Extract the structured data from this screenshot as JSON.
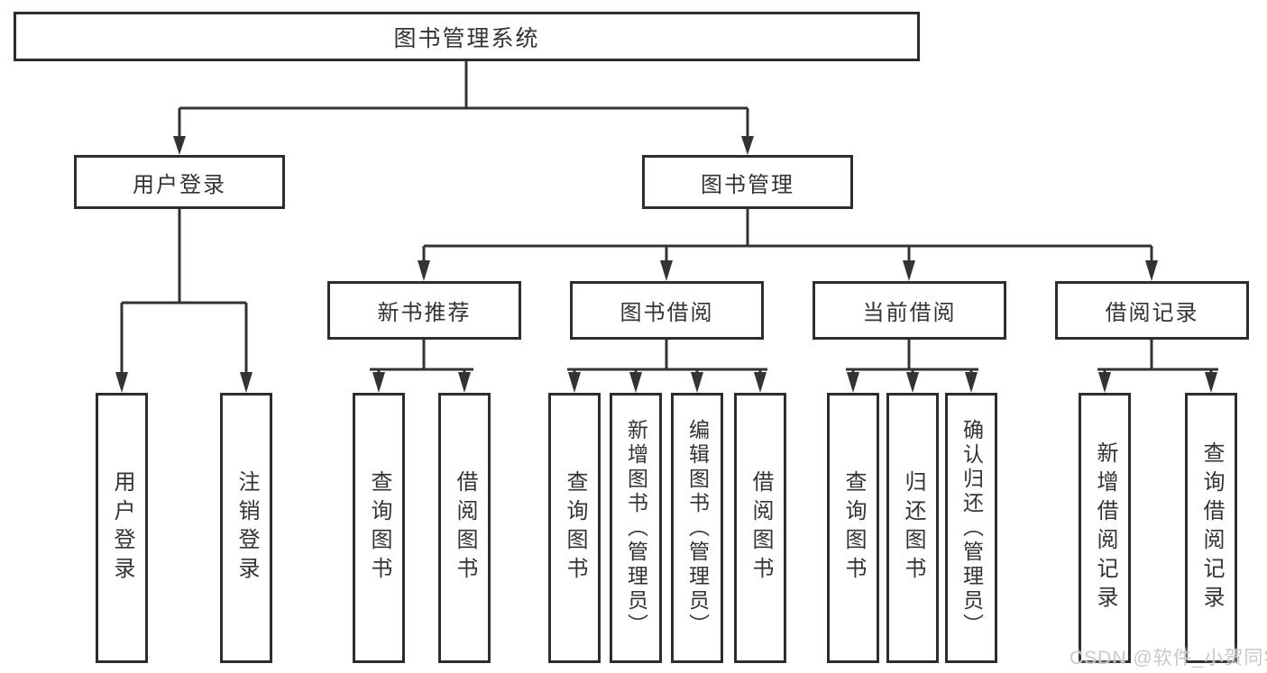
{
  "colors": {
    "line": "#333333",
    "border": "#2d2d2d",
    "text": "#333333",
    "watermark": "#c9c9c9",
    "bg": "#ffffff"
  },
  "watermark": "CSDN @软件_小贺同学",
  "tree": {
    "root": {
      "label": "图书管理系统"
    },
    "level2": [
      {
        "id": "user-login",
        "label": "用户登录",
        "children": [
          "用户登录",
          "注销登录"
        ]
      },
      {
        "id": "book-management",
        "label": "图书管理"
      }
    ],
    "level3": [
      {
        "id": "new-book-recommendation",
        "label": "新书推荐",
        "children": [
          "查询图书",
          "借阅图书"
        ]
      },
      {
        "id": "book-borrowing",
        "label": "图书借阅",
        "children": [
          "查询图书",
          "新增图书（管理员）",
          "编辑图书（管理员）",
          "借阅图书"
        ]
      },
      {
        "id": "current-borrowing",
        "label": "当前借阅",
        "children": [
          "查询图书",
          "归还图书",
          "确认归还（管理员）"
        ]
      },
      {
        "id": "borrowing-records",
        "label": "借阅记录",
        "children": [
          "新增借阅记录",
          "查询借阅记录"
        ]
      }
    ]
  }
}
